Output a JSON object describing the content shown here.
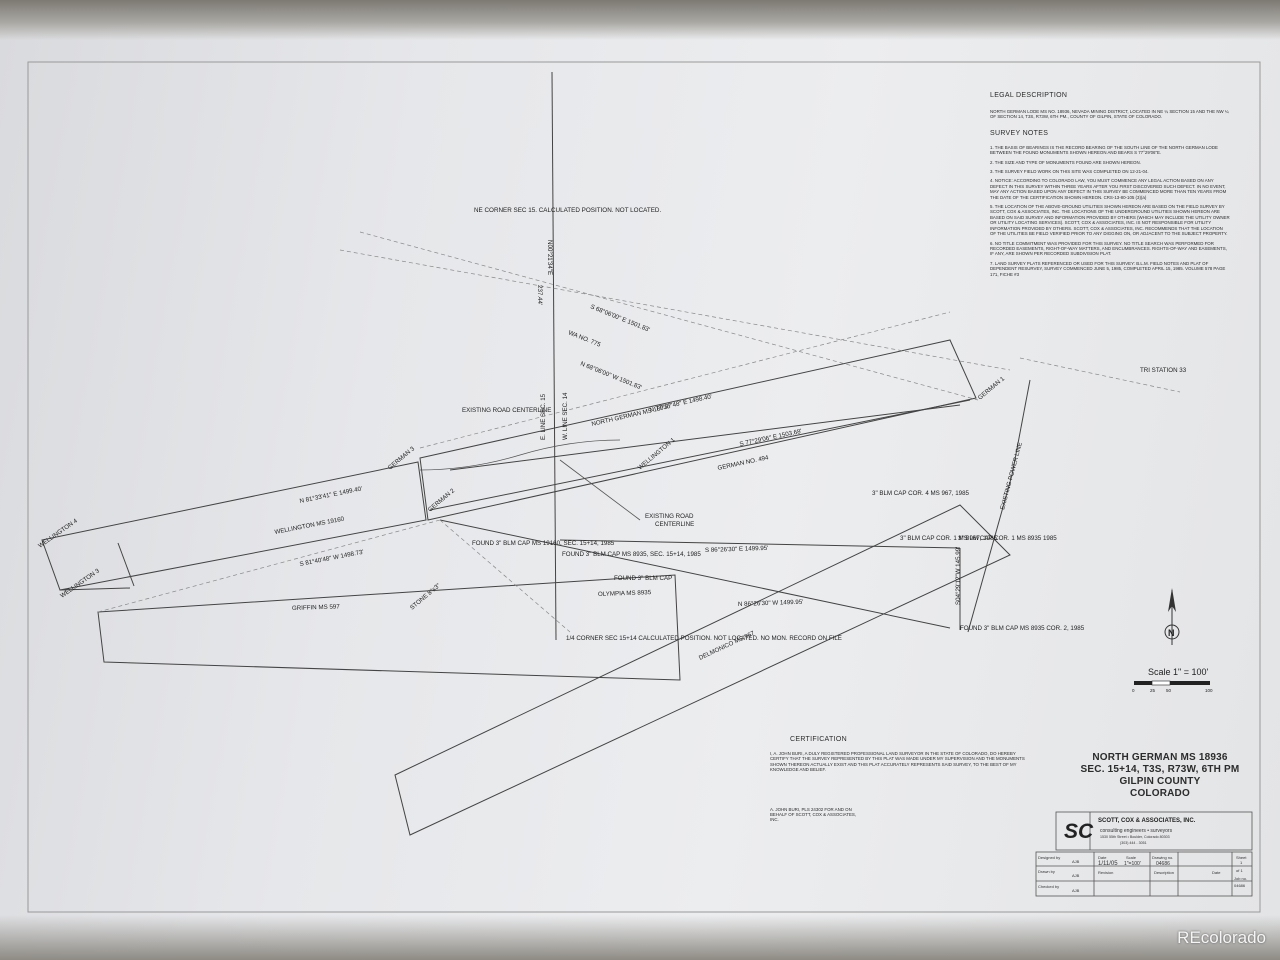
{
  "legal": {
    "heading": "LEGAL DESCRIPTION",
    "text": "NORTH GERMAN LODE MS NO. 18936, NEVADA MINING DISTRICT, LOCATED IN NE ¼ SECTION 15 AND THE NW ¼ OF SECTION 14, T3S, R73W, 6TH PM., COUNTY OF GILPIN, STATE OF COLORADO."
  },
  "survey_notes": {
    "heading": "SURVEY NOTES",
    "items": [
      "1. THE BASIS OF BEARINGS IS THE RECORD BEARING OF THE SOUTH LINE OF THE NORTH GERMAN LODE BETWEEN THE FOUND MONUMENTS SHOWN HEREON AND BEARS S 77°29'06\"E.",
      "2. THE SIZE AND TYPE OF MONUMENTS FOUND ARE SHOWN HEREON.",
      "3. THE SURVEY FIELD WORK ON THIS SITE WAS COMPLETED ON 12-21-04.",
      "4. NOTICE: ACCORDING TO COLORADO LAW, YOU MUST COMMENCE ANY LEGAL ACTION BASED ON ANY DEFECT IN THIS SURVEY WITHIN THREE YEARS AFTER YOU FIRST DISCOVERED SUCH DEFECT. IN NO EVENT, MAY ANY ACTION BASED UPON ANY DEFECT IN THIS SURVEY BE COMMENCED MORE THAN TEN YEARS FROM THE DATE OF THE CERTIFICATION SHOWN HEREON. CRS-13-80-105 (3)(a)",
      "5. THE LOCATION OF THE ABOVE-GROUND UTILITIES SHOWN HEREON ARE BASED ON THE FIELD SURVEY BY SCOTT, COX & ASSOCIATES, INC. THE LOCATIONS OF THE UNDERGROUND UTILITIES SHOWN HEREON ARE BASED ON SAID SURVEY AND INFORMATION PROVIDED BY OTHERS (WHICH MAY INCLUDE THE UTILITY OWNER OR UTILITY LOCATING SERVICES). SCOTT, COX & ASSOCIATES, INC. IS NOT RESPONSIBLE FOR UTILITY INFORMATION PROVIDED BY OTHERS. SCOTT, COX & ASSOCIATES, INC. RECOMMENDS THAT THE LOCATION OF THE UTILITIES BE FIELD VERIFIED PRIOR TO ANY DIGGING ON, OR ADJACENT TO THE SUBJECT PROPERTY.",
      "6. NO TITLE COMMITMENT WAS PROVIDED FOR THIS SURVEY. NO TITLE SEARCH WAS PERFORMED FOR RECORDED EASEMENTS, RIGHT-OF-WAY MATTERS, AND ENCUMBRANCES. RIGHTS-OF-WAY AND EASEMENTS, IF ANY, ARE SHOWN PER RECORDED SUBDIVISION PLAT.",
      "7. LAND SURVEY PLATS REFERENCED OR USED FOR THIS SURVEY: B.L.M. FIELD NOTES AND PLAT OF DEPENDENT RESURVEY, SURVEY COMMENCED JUNE 5, 1985, COMPLETED APRIL 15, 1985. VOLUME 578 PAGE 171, FICHE #3"
    ]
  },
  "certification": {
    "heading": "CERTIFICATION",
    "text": "I, A. JOHN BURI, A DULY REGISTERED PROFESSIONAL LAND SURVEYOR IN THE STATE OF COLORADO, DO HEREBY CERTIFY THAT THE SURVEY REPRESENTED BY THIS PLAT WAS MADE UNDER MY SUPERVISION AND THE MONUMENTS SHOWN THEREON ACTUALLY EXIST AND THIS PLAT ACCURATELY REPRESENTS SAID SURVEY, TO THE BEST OF MY KNOWLEDGE AND BELIEF.",
    "signature": "A. JOHN BURI, PLS 24302 FOR AND ON BEHALF OF SCOTT, COX & ASSOCIATES, INC."
  },
  "title_block": {
    "line1": "NORTH GERMAN MS 18936",
    "line2": "SEC. 15+14, T3S, R73W, 6TH PM",
    "line3": "GILPIN COUNTY",
    "line4": "COLORADO"
  },
  "company": {
    "logo": "SC",
    "name": "SCOTT, COX & ASSOCIATES, INC.",
    "tagline": "consulting engineers • surveyors",
    "address": "1530 55th Street • Boulder, Colorado 80303",
    "phone": "(303) 444 - 3051"
  },
  "revision_table": {
    "designed_label": "Designed by",
    "designed_value": "AJB",
    "drawn_label": "Drawn by",
    "drawn_value": "AJB",
    "checked_label": "Checked by",
    "checked_value": "AJB",
    "date_label": "Date",
    "date_value": "1/11/05",
    "scale_label": "Scale",
    "scale_value": "1\"=100'",
    "drawing_label": "Drawing no.",
    "drawing_value": "04686",
    "revision_label": "Revision",
    "description_label": "Description",
    "date2_label": "Date",
    "sheet_label": "Sheet",
    "sheet_value": "1",
    "of_value": "of 1",
    "job_label": "Job no.",
    "job_value": "04686"
  },
  "scale_bar": {
    "label": "Scale 1\" = 100'",
    "ticks": [
      "0",
      "25",
      "50",
      "100"
    ]
  },
  "north_arrow": {
    "letter": "N"
  },
  "plat_labels": [
    "NORTH GERMAN MS 18936",
    "N 77°27'48\" E  1498.40'",
    "S 77°29'06\" E  1503.68'",
    "N 68°06'00\" W  1501.83'",
    "S 68°06'00\" E  1501.83'",
    "WA NO. 775",
    "GERMAN NO. 494",
    "N 81°33'41\" E  1499.40'",
    "S 81°40'48\" W  1498.73'",
    "WELLINGTON MS 19160",
    "S 86°26'30\" E  1499.95'",
    "N 86°26'30\" W  1499.95'",
    "GRIFFIN MS 597",
    "DELMONICO MS 967",
    "OLYMPIA MS 8935",
    "E. LINE SEC. 15",
    "W. LINE SEC. 14",
    "NE CORNER SEC 15. CALCULATED POSITION. NOT LOCATED.",
    "EXISTING ROAD CENTERLINE",
    "FOUND 3\" BLM CAP MS 19160, SEC. 15+14, 1985",
    "FOUND 3\" BLM CAP MS 8935, SEC. 15+14, 1985",
    "FOUND 3\" BLM CAP",
    "1/4 CORNER SEC 15+14 CALCULATED POSITION. NOT LOCATED. NO MON. RECORD ON FILE",
    "3\" BLM CAP COR. 4 MS 967, 1985",
    "3\" BLM CAP COR. 1 MS 967, 1985",
    "3\" BLM CAP COR. 1 MS 8935 1985",
    "FOUND 3\" BLM CAP MS 8935 COR. 2, 1985",
    "TRI STATION 33",
    "EXISTING POWER LINE",
    "WELLINGTON 4",
    "WELLINGTON 3",
    "STONE 8\"x3\"",
    "S04°29'12\"W 145.99'",
    "EXISTING ROAD",
    "CENTERLINE",
    "GERMAN 1",
    "WELLINGTON 1",
    "GERMAN 2",
    "GERMAN 3",
    "237.44'",
    "N00°21'34\"E"
  ],
  "watermark": "REcolorado"
}
